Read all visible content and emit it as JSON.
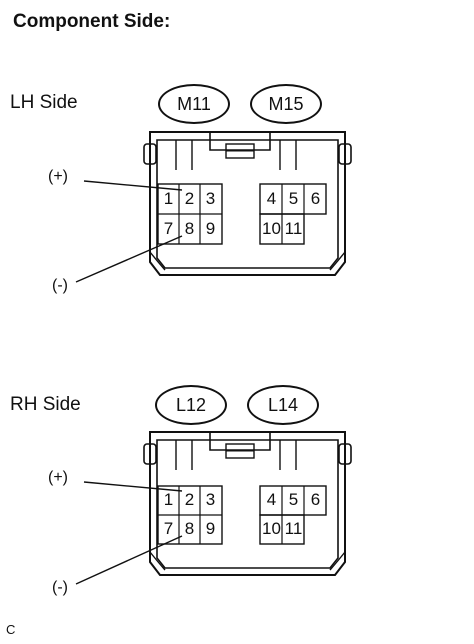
{
  "title": "Component Side:",
  "footer_code": "C",
  "connectors": [
    {
      "side_label": "LH Side",
      "connector_ids": [
        "M11",
        "M15"
      ],
      "plus_label": "(+)",
      "minus_label": "(-)",
      "left_block_pins": [
        "1",
        "2",
        "3",
        "7",
        "8",
        "9"
      ],
      "right_block_pins": [
        "4",
        "5",
        "6",
        "10",
        "11"
      ]
    },
    {
      "side_label": "RH Side",
      "connector_ids": [
        "L12",
        "L14"
      ],
      "plus_label": "(+)",
      "minus_label": "(-)",
      "left_block_pins": [
        "1",
        "2",
        "3",
        "7",
        "8",
        "9"
      ],
      "right_block_pins": [
        "4",
        "5",
        "6",
        "10",
        "11"
      ]
    }
  ]
}
